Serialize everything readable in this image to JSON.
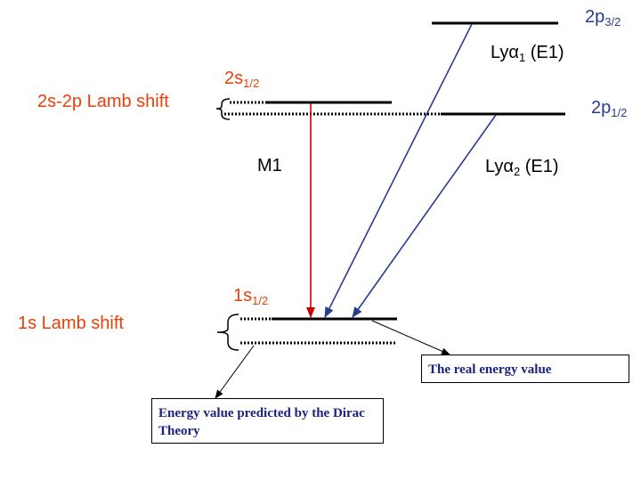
{
  "colors": {
    "orange": "#e8400c",
    "blue": "#2a3b91",
    "red": "#cc0000",
    "black": "#000000",
    "navy": "#1a237e"
  },
  "levels": {
    "l2p32": {
      "main": "2p",
      "sub": "3/2"
    },
    "l2s12": {
      "main": "2s",
      "sub": "1/2"
    },
    "l2p12": {
      "main": "2p",
      "sub": "1/2"
    },
    "l1s12": {
      "main": "1s",
      "sub": "1/2"
    }
  },
  "transitions": {
    "lya1": {
      "pre": "Ly",
      "greek": "α",
      "sub": "1",
      "post": " (E1)"
    },
    "lya2": {
      "pre": "Ly",
      "greek": "α",
      "sub": "2",
      "post": " (E1)"
    },
    "m1": "M1"
  },
  "shifts": {
    "lamb_2s2p": "2s-2p Lamb shift",
    "lamb_1s": "1s Lamb shift"
  },
  "notes": {
    "real_energy": "The real energy value",
    "dirac": "Energy value predicted by the Dirac Theory"
  }
}
